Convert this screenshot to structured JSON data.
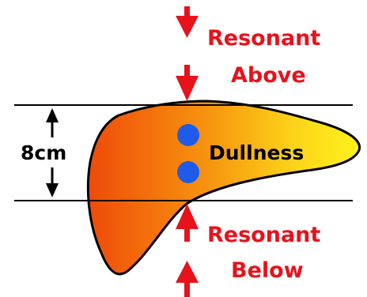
{
  "labels": {
    "resonant_above_line1": "Resonant",
    "resonant_above_line2": "Above",
    "resonant_below_line1": "Resonant",
    "resonant_below_line2": "Below",
    "dullness": "Dullness",
    "measurement": "8cm"
  },
  "colors": {
    "arrow_red": "#e8121b",
    "text_red": "#e8121b",
    "organ_outline": "#000000",
    "organ_fill_light": "#fff21a",
    "organ_fill_dark": "#ef4a0a",
    "marker_blue": "#1f5be8",
    "boundary_line": "#000000"
  },
  "icons": {
    "top_arrows": "down-arrow-icon",
    "bottom_arrows": "up-arrow-icon",
    "measurement_arrows": "double-headed-arrow-icon"
  }
}
